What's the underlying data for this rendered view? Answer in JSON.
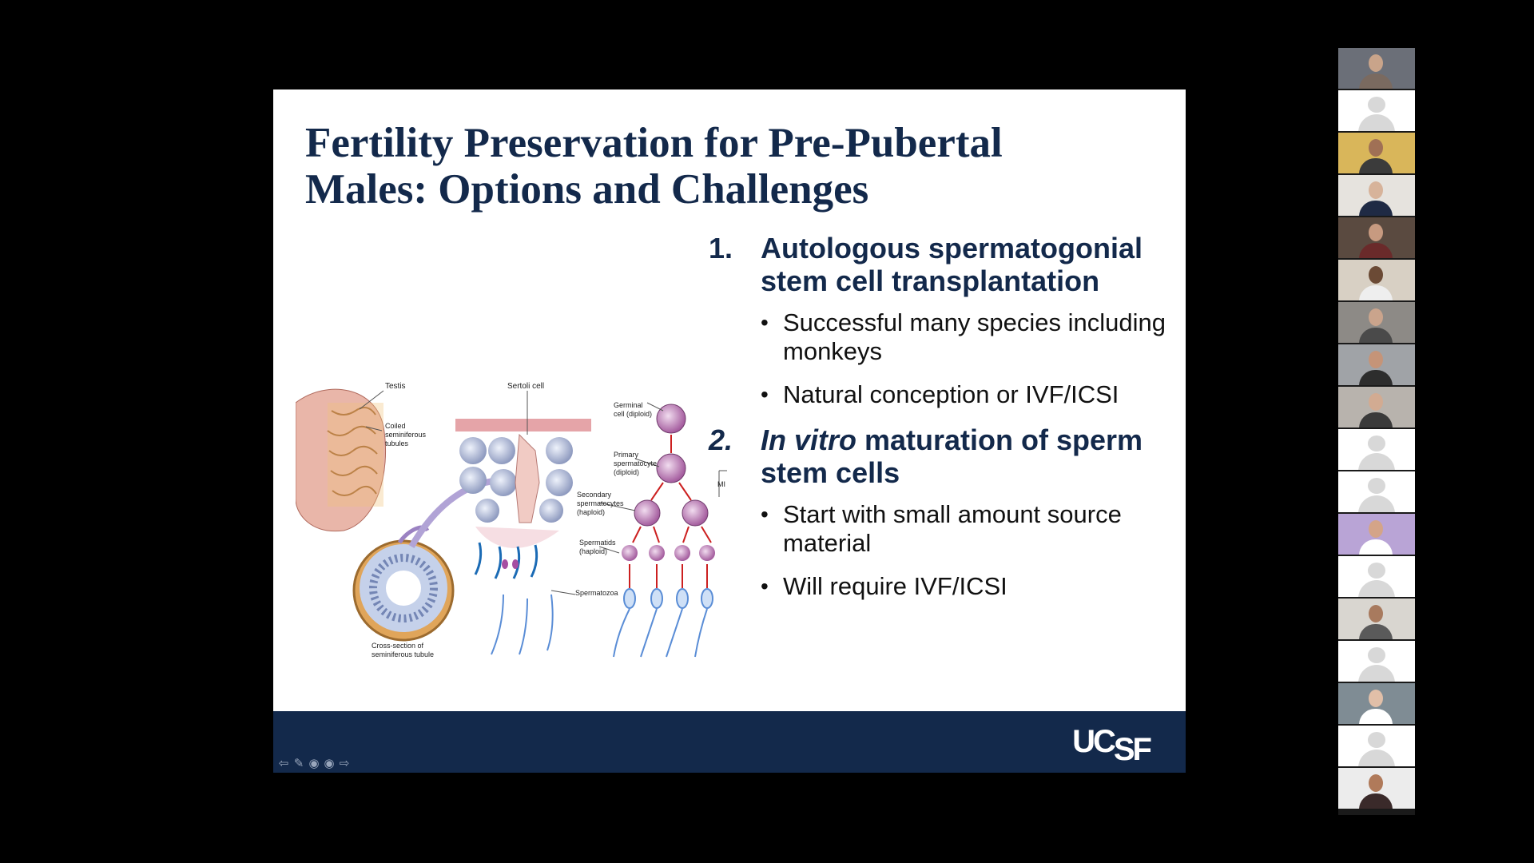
{
  "slide": {
    "title_line1": "Fertility Preservation for Pre-Pubertal",
    "title_line2": "Males: Options and Challenges",
    "items": [
      {
        "number": "1.",
        "heading_line1": "Autologous spermatogonial",
        "heading_line2": "stem cell transplantation",
        "bullets": [
          "Successful many species including monkeys",
          "Natural conception or IVF/ICSI"
        ]
      },
      {
        "number": "2.",
        "heading_italic": "In vitro",
        "heading_rest": " maturation of sperm",
        "heading_line2": "stem cells",
        "bullets": [
          "Start with small amount source material",
          "Will require IVF/ICSI"
        ]
      }
    ],
    "diagram_labels": {
      "testis": "Testis",
      "coiled_1": "Coiled",
      "coiled_2": "seminiferous",
      "coiled_3": "tubules",
      "sertoli": "Sertoli cell",
      "germinal_1": "Germinal",
      "germinal_2": "cell (diploid)",
      "primary_1": "Primary",
      "primary_2": "spermatocyte",
      "primary_3": "(diploid)",
      "mi": "MI",
      "secondary_1": "Secondary",
      "secondary_2": "spermatocytes",
      "secondary_3": "(haploid)",
      "spermatids_1": "Spermatids",
      "spermatids_2": "(haploid)",
      "spermatozoa": "Spermatozoa",
      "cross_1": "Cross-section of",
      "cross_2": "seminiferous tubule"
    },
    "logo_uc": "UC",
    "logo_sf": "SF",
    "nav_icons": [
      "prev-arrow-icon",
      "pen-icon",
      "grid-icon",
      "more-icon",
      "next-arrow-icon"
    ]
  },
  "participants": [
    {
      "type": "video",
      "skin": "#c9a48a",
      "bg": "#6b6f78",
      "shirt": "#7a6a60"
    },
    {
      "type": "placeholder"
    },
    {
      "type": "video",
      "skin": "#a07055",
      "bg": "#d9b65a",
      "shirt": "#3b3b3b"
    },
    {
      "type": "video",
      "skin": "#d7b39a",
      "bg": "#e6e3de",
      "shirt": "#1f2a44"
    },
    {
      "type": "video",
      "skin": "#c79a80",
      "bg": "#5a4a40",
      "shirt": "#6a2a2a"
    },
    {
      "type": "video",
      "skin": "#6b4a35",
      "bg": "#d8d0c4",
      "shirt": "#eeeeee"
    },
    {
      "type": "video",
      "skin": "#caa48c",
      "bg": "#8d8a86",
      "shirt": "#4a4a4a"
    },
    {
      "type": "video",
      "skin": "#c59478",
      "bg": "#a0a3a7",
      "shirt": "#2d2d2d"
    },
    {
      "type": "video",
      "skin": "#d2ab92",
      "bg": "#b8b3ad",
      "shirt": "#3a3a3a"
    },
    {
      "type": "placeholder"
    },
    {
      "type": "placeholder"
    },
    {
      "type": "video",
      "skin": "#d4a488",
      "bg": "#b9a4d6",
      "shirt": "#ffffff"
    },
    {
      "type": "placeholder"
    },
    {
      "type": "video",
      "skin": "#a87a5e",
      "bg": "#d9d6d0",
      "shirt": "#5a5a5a"
    },
    {
      "type": "placeholder"
    },
    {
      "type": "video",
      "skin": "#e1bfa8",
      "bg": "#7f8c94",
      "shirt": "#ffffff"
    },
    {
      "type": "placeholder"
    },
    {
      "type": "video",
      "skin": "#b07a5a",
      "bg": "#ececec",
      "shirt": "#3a2a2a"
    }
  ]
}
